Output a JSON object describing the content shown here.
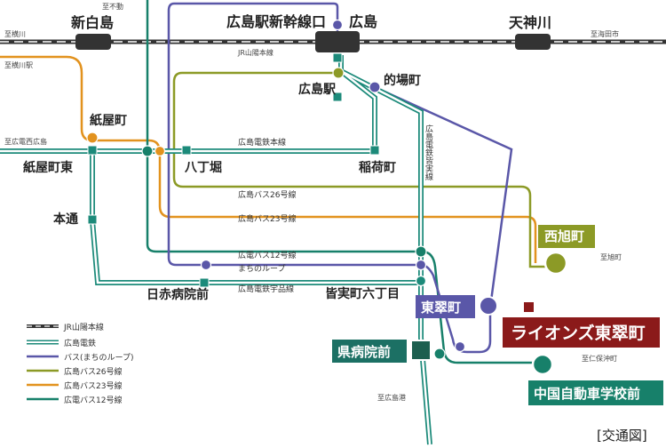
{
  "colors": {
    "jr": "#333333",
    "tram": "#1c8a7a",
    "bus_loop": "#5a57a8",
    "bus26": "#8c9a26",
    "bus23": "#e2921e",
    "bus12": "#17806a",
    "property": "#8b1a1a"
  },
  "stations": {
    "shinhakushima": "新白島",
    "hiroshima_shinkansen": "広島駅新幹線口",
    "hiroshima": "広島",
    "tenjingawa": "天神川",
    "hiroshima_eki": "広島駅",
    "matoba": "的場町",
    "kamiyacho": "紙屋町",
    "kamiyacho_higashi": "紙屋町東",
    "hacchobori": "八丁堀",
    "inaricho": "稲荷町",
    "hondori": "本通",
    "nisseki": "日赤病院前",
    "minamimachi6": "皆実町六丁目",
    "nishiasahimachi": "西旭町",
    "higashisuimachi": "東翠町",
    "kenbyoin": "県病院前",
    "chugoku_school": "中国自動車学校前"
  },
  "directions": {
    "yokogawa_top": "至横川",
    "fudo": "至不動",
    "kaitaichi": "至海田市",
    "yokogawa_eki": "至横川駅",
    "hiroden_nishihiroshima": "至広電西広島",
    "asahimachi": "至旭町",
    "ninoho": "至仁保沖町",
    "hiroshimako": "至広島港"
  },
  "line_labels": {
    "jr_sanyo": "JR山陽本線",
    "tram_main": "広島電鉄本線",
    "bus26": "広島バス26号線",
    "bus23": "広島バス23号線",
    "bus12": "広電バス12号線",
    "loop": "まちのループ",
    "ujina": "広島電鉄宇品線",
    "minami": "広島電鉄皆実線"
  },
  "property_name": "ライオンズ東翠町",
  "legend": [
    {
      "label": "JR山陽本線",
      "style": "jr"
    },
    {
      "label": "広島電鉄",
      "style": "tram"
    },
    {
      "label": "バス(まちのループ)",
      "style": "bus_loop"
    },
    {
      "label": "広島バス26号線",
      "style": "bus26"
    },
    {
      "label": "広島バス23号線",
      "style": "bus23"
    },
    {
      "label": "広電バス12号線",
      "style": "bus12"
    }
  ],
  "caption": "[交通図]"
}
